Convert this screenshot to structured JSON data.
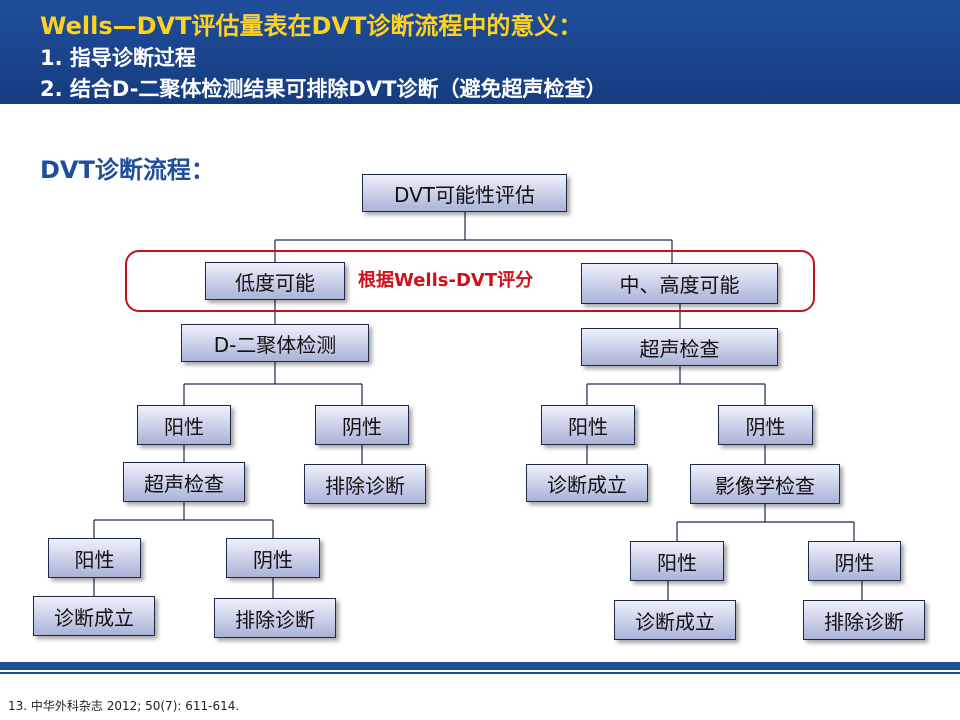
{
  "header": {
    "title": "Wells—DVT评估量表在DVT诊断流程中的意义：",
    "line1": "1. 指导诊断过程",
    "line2": "2. 结合D-二聚体检测结果可排除DVT诊断（避免超声检查）"
  },
  "section_title": "DVT诊断流程：",
  "flow": {
    "root": "DVT可能性评估",
    "note": "根据Wells-DVT评分",
    "low": "低度可能",
    "high": "中、高度可能",
    "low_test": "D-二聚体检测",
    "high_test": "超声检查",
    "low_pos": "阳性",
    "low_neg": "阴性",
    "low_pos_test": "超声检查",
    "low_neg_result": "排除诊断",
    "low_pos_pos": "阳性",
    "low_pos_neg": "阴性",
    "low_pos_pos_result": "诊断成立",
    "low_pos_neg_result": "排除诊断",
    "high_pos": "阳性",
    "high_neg": "阴性",
    "high_pos_result": "诊断成立",
    "high_neg_test": "影像学检查",
    "high_neg_pos": "阳性",
    "high_neg_neg": "阴性",
    "high_neg_pos_result": "诊断成立",
    "high_neg_neg_result": "排除诊断"
  },
  "reference": "13. 中华外科杂志 2012; 50(7): 611-614."
}
